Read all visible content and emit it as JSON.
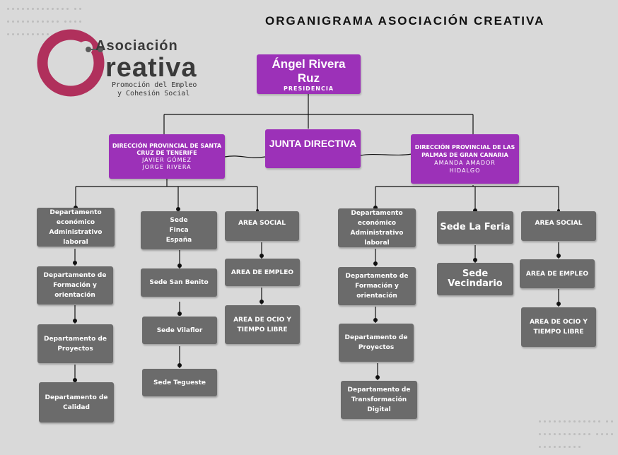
{
  "title": "ORGANIGRAMA ASOCIACIÓN CREATIVA",
  "colors": {
    "purple": "#9c31b8",
    "grey_box": "#6b6b6b",
    "background": "#d9d9d9",
    "logo_ring": "#b0305c"
  },
  "logo": {
    "line1": "Asociación",
    "line2": "reativa",
    "tagline1": "Promoción del Empleo",
    "tagline2": "y Cohesión Social"
  },
  "presidencia": {
    "name": "Ángel Rivera  Ruz",
    "role": "PRESIDENCIA"
  },
  "junta": {
    "label": "JUNTA DIRECTIVA"
  },
  "tenerife": {
    "title": "DIRECCIÓN PROVINCIAL DE  SANTA CRUZ DE TENERIFE",
    "person1": "JAVIER GÓMEZ",
    "person2": "JORGE RIVERA"
  },
  "gran_canaria": {
    "title": "DIRECCIÓN PROVINCIAL DE LAS PALMAS DE GRAN CANARIA",
    "person1": "AMANDA AMADOR",
    "person2": "HIDALGO"
  },
  "left_depts": [
    "Departamento económico Administrativo laboral",
    "Departamento de Formación y orientación",
    "Departamento de Proyectos",
    "Departamento de Calidad"
  ],
  "left_sedes": [
    "Sede Finca España",
    "Sede San Benito",
    "Sede Vilaflor",
    "Sede Tegueste"
  ],
  "left_social": [
    "AREA SOCIAL",
    "AREA DE EMPLEO",
    "AREA DE OCIO Y TIEMPO LIBRE"
  ],
  "right_depts": [
    "Departamento económico Administrativo laboral",
    "Departamento de Formación y orientación",
    "Departamento de Proyectos",
    "Departamento de Transformación Digital"
  ],
  "right_sedes": [
    "Sede La Feria",
    "Sede Vecindario"
  ],
  "right_social": [
    "AREA SOCIAL",
    "AREA DE EMPLEO",
    "AREA DE OCIO Y TIEMPO LIBRE"
  ]
}
